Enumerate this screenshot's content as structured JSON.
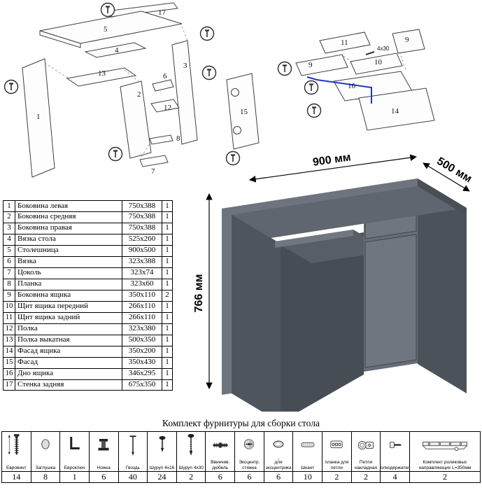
{
  "diagrams": {
    "main_labels": [
      "17",
      "5",
      "4",
      "1",
      "13",
      "2",
      "3",
      "6",
      "12",
      "7",
      "8",
      "15"
    ],
    "drawer_labels": [
      "11",
      "9",
      "9",
      "10",
      "16",
      "14"
    ],
    "drawer_note": "4x30"
  },
  "desk": {
    "width_label": "900 мм",
    "depth_label": "500 мм",
    "height_label": "766 мм"
  },
  "parts_table": {
    "rows": [
      {
        "num": "1",
        "name": "Боковина левая",
        "size": "750x388",
        "qty": "1"
      },
      {
        "num": "2",
        "name": "Боковина средняя",
        "size": "750x388",
        "qty": "1"
      },
      {
        "num": "3",
        "name": "Боковина правая",
        "size": "750x388",
        "qty": "1"
      },
      {
        "num": "4",
        "name": "Вязка стола",
        "size": "525x260",
        "qty": "1"
      },
      {
        "num": "5",
        "name": "Столешница",
        "size": "900x500",
        "qty": "1"
      },
      {
        "num": "6",
        "name": "Вязка",
        "size": "323x388",
        "qty": "1"
      },
      {
        "num": "7",
        "name": "Цоколь",
        "size": "323x74",
        "qty": "1"
      },
      {
        "num": "8",
        "name": "Планка",
        "size": "323x60",
        "qty": "1"
      },
      {
        "num": "9",
        "name": "Боковина ящика",
        "size": "350x110",
        "qty": "2"
      },
      {
        "num": "10",
        "name": "Щит ящика передний",
        "size": "266x110",
        "qty": "1"
      },
      {
        "num": "11",
        "name": "Щит ящика задний",
        "size": "266x110",
        "qty": "1"
      },
      {
        "num": "12",
        "name": "Полка",
        "size": "323x380",
        "qty": "1"
      },
      {
        "num": "13",
        "name": "Полка выкатная",
        "size": "500x350",
        "qty": "1"
      },
      {
        "num": "14",
        "name": "Фасад ящика",
        "size": "350x200",
        "qty": "1"
      },
      {
        "num": "15",
        "name": "Фасад",
        "size": "350x430",
        "qty": "1"
      },
      {
        "num": "16",
        "name": "Дно ящика",
        "size": "346x295",
        "qty": "1"
      },
      {
        "num": "17",
        "name": "Стенка задняя",
        "size": "675x350",
        "qty": "1"
      }
    ]
  },
  "hardware_table": {
    "title": "Комплект фурнитуры для сборки стола",
    "items": [
      {
        "icon": "euro-screw",
        "label": "Евровинт",
        "qty": "14"
      },
      {
        "icon": "plug",
        "label": "Заглушка",
        "qty": "8"
      },
      {
        "icon": "hex-key",
        "label": "Евроключ",
        "qty": "1"
      },
      {
        "icon": "leg",
        "label": "Ножка",
        "qty": "6"
      },
      {
        "icon": "nail",
        "label": "Гвоздь",
        "qty": "40"
      },
      {
        "icon": "screw-small",
        "label": "Шуруп 4x16",
        "qty": "24"
      },
      {
        "icon": "screw-long",
        "label": "Шуруп 4x30",
        "qty": "2"
      },
      {
        "icon": "dowel-screw",
        "label": "Ввинчив. дюбель",
        "qty": "6"
      },
      {
        "icon": "cam-lock",
        "label": "Эксцентр. стяжка",
        "qty": "6"
      },
      {
        "icon": "cam-cap",
        "label": "Заглушка для эксцентрика",
        "qty": "6"
      },
      {
        "icon": "dowel",
        "label": "Шкант",
        "qty": "10"
      },
      {
        "icon": "hinge-plate",
        "label": "Ответная планка для петли",
        "qty": "2"
      },
      {
        "icon": "hinge",
        "label": "Петля накладная",
        "qty": "2"
      },
      {
        "icon": "shelf-pin",
        "label": "Полкодержатель",
        "qty": "4"
      },
      {
        "icon": "rail-kit",
        "label": "Комплект роликовых направляющих L=350мм",
        "qty": "2"
      }
    ]
  }
}
